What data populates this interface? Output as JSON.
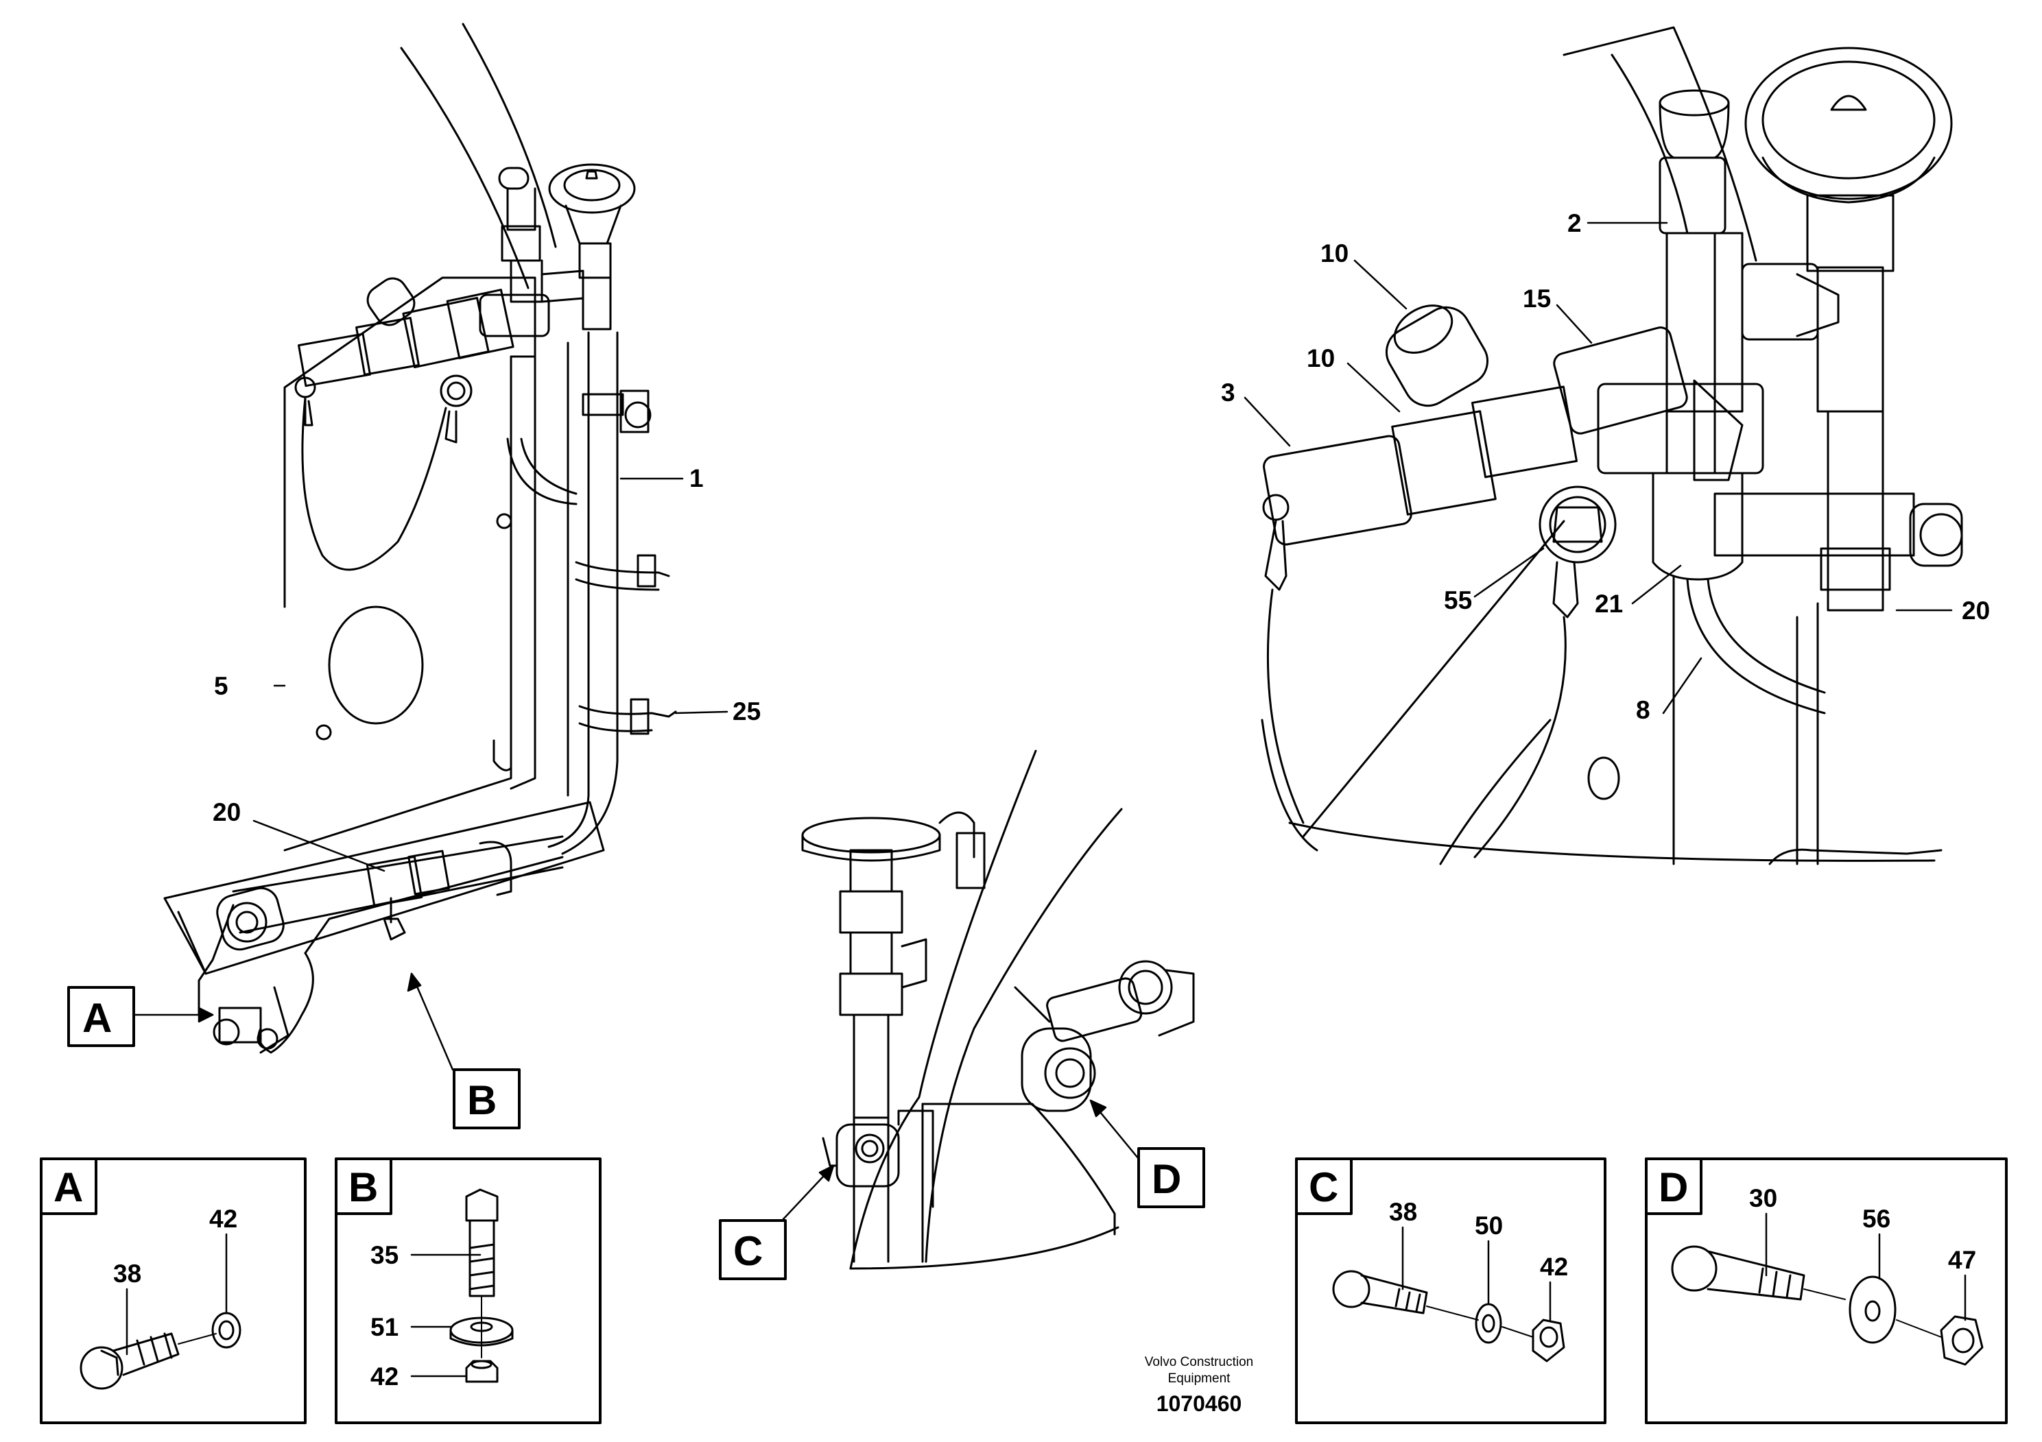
{
  "callouts": {
    "main": {
      "p1": "1",
      "p5": "5",
      "p20": "20",
      "p25": "25",
      "ref_a": "A",
      "ref_b": "B"
    },
    "detail_view": {
      "p2": "2",
      "p10a": "10",
      "p10b": "10",
      "p15": "15",
      "p3": "3",
      "p55": "55",
      "p21": "21",
      "p20": "20",
      "p8": "8"
    },
    "center_view": {
      "ref_c": "C",
      "ref_d": "D"
    }
  },
  "detail_boxes": {
    "A": {
      "letter": "A",
      "parts": [
        "38",
        "42"
      ]
    },
    "B": {
      "letter": "B",
      "parts": [
        "35",
        "51",
        "42"
      ]
    },
    "C": {
      "letter": "C",
      "parts": [
        "38",
        "50",
        "42"
      ]
    },
    "D": {
      "letter": "D",
      "parts": [
        "30",
        "56",
        "47"
      ]
    }
  },
  "footer": {
    "credit_line1": "Volvo Construction",
    "credit_line2": "Equipment",
    "drawing_number": "1070460"
  },
  "colors": {
    "line": "#000000",
    "background": "#ffffff"
  }
}
